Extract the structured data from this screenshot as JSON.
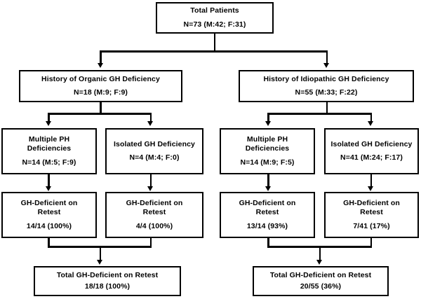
{
  "figure": {
    "type": "flowchart",
    "orientation": "top-down",
    "line_color": "#000000",
    "box_fill": "#ffffff",
    "text_color": "#000000"
  },
  "nodes": {
    "root": {
      "title": "Total Patients",
      "count": "N=73 (M:42; F:31)"
    },
    "organic": {
      "title": "History of Organic GH Deficiency",
      "count": "N=18 (M:9; F:9)"
    },
    "idiopathic": {
      "title": "History of Idiopathic GH Deficiency",
      "count": "N=55 (M:33; F:22)"
    },
    "organic_mpd": {
      "title": "Multiple PH\nDeficiencies",
      "count": "N=14 (M:5; F:9)"
    },
    "organic_ighd": {
      "title": "Isolated GH Deficiency",
      "count": "N=4 (M:4; F:0)"
    },
    "idiopathic_mpd": {
      "title": "Multiple PH\nDeficiencies",
      "count": "N=14 (M:9; F:5)"
    },
    "idiopathic_ighd": {
      "title": "Isolated GH Deficiency",
      "count": "N=41 (M:24; F:17)"
    },
    "retest_organic_mpd": {
      "title": "GH-Deficient on\nRetest",
      "count": "14/14 (100%)"
    },
    "retest_organic_ighd": {
      "title": "GH-Deficient on\nRetest",
      "count": "4/4 (100%)"
    },
    "retest_idiopathic_mpd": {
      "title": "GH-Deficient on\nRetest",
      "count": "13/14 (93%)"
    },
    "retest_idiopathic_ighd": {
      "title": "GH-Deficient on\nRetest",
      "count": "7/41 (17%)"
    },
    "total_organic": {
      "title": "Total GH-Deficient  on Retest",
      "count": "18/18 (100%)"
    },
    "total_idiopathic": {
      "title": "Total GH-Deficient on Retest",
      "count": "20/55 (36%)"
    }
  }
}
